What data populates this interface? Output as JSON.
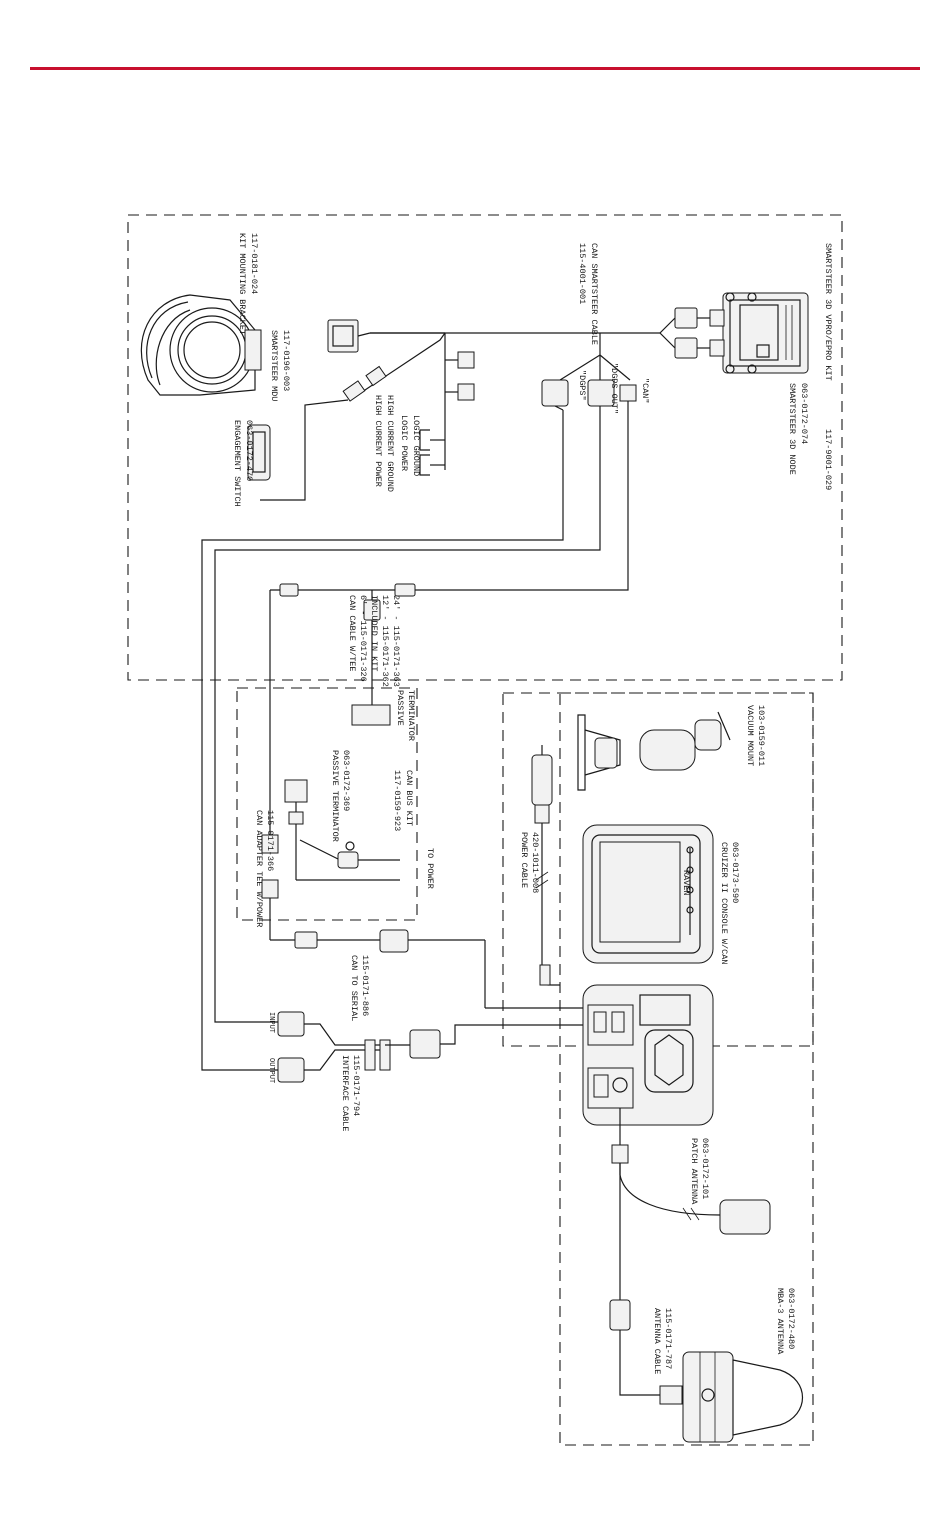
{
  "header": {
    "rule_color": "#c8102e"
  },
  "labels": {
    "smartsteer_kit": [
      "SMARTSTEER 3D VPRO/EPRO KIT",
      "117-9001-029"
    ],
    "smartsteer_node": [
      "SMARTSTEER 3D NODE",
      "063-0172-074"
    ],
    "can_smartsteer_cable": [
      "CAN SMARTSTEER CABLE",
      "115-4001-001"
    ],
    "can_label": "\"CAN\"",
    "dgps_out": "\"DGPS OUT\"",
    "dgps": "\"DGPS\"",
    "mounting_bracket": [
      "KIT MOUNTING BRACKET",
      "117-0181-024"
    ],
    "smartsteer_mdu": [
      "SMARTSTEER MDU",
      "117-0196-003"
    ],
    "engagement_switch": [
      "ENGAGEMENT SWITCH",
      "063-0172-470"
    ],
    "logic_ground": "LOGIC GROUND",
    "logic_power": "LOGIC POWER",
    "high_current_ground": "HIGH CURRENT GROUND",
    "high_current_power": "HIGH CURRENT POWER",
    "can_cable_tee": [
      "CAN CABLE W/TEE",
      "6' - 115-0171-326",
      "INCLUDED IN KIT",
      "12' - 115-0171-362",
      "24' - 115-0171-363"
    ],
    "passive_terminator_top": [
      "PASSIVE",
      "TERMINATOR"
    ],
    "can_bus_kit": [
      "117-0159-923",
      "CAN BUS KIT"
    ],
    "passive_terminator": [
      "PASSIVE TERMINATOR",
      "063-0172-369"
    ],
    "to_power": "TO POWER",
    "can_adapter_tee": [
      "CAN ADAPTER TEE W/POWER",
      "115-0171-366"
    ],
    "vacuum_mount": [
      "VACUUM MOUNT",
      "103-0159-011"
    ],
    "power_cable": [
      "POWER CABLE",
      "420-1011-008"
    ],
    "cruizer_console": [
      "CRUIZER II CONSOLE W/CAN",
      "063-0173-590"
    ],
    "console_brand": "RAVEN",
    "can_to_serial": [
      "CAN TO SERIAL",
      "115-0171-886"
    ],
    "input": "INPUT",
    "output": "OUTPUT",
    "interface_cable": [
      "INTERFACE CABLE",
      "115-0171-794"
    ],
    "patch_antenna": [
      "PATCH ANTENNA",
      "063-0172-101"
    ],
    "mba3_antenna": [
      "MBA-3 ANTENNA",
      "063-0172-480"
    ],
    "antenna_cable": [
      "ANTENNA CABLE",
      "115-0171-787"
    ]
  }
}
